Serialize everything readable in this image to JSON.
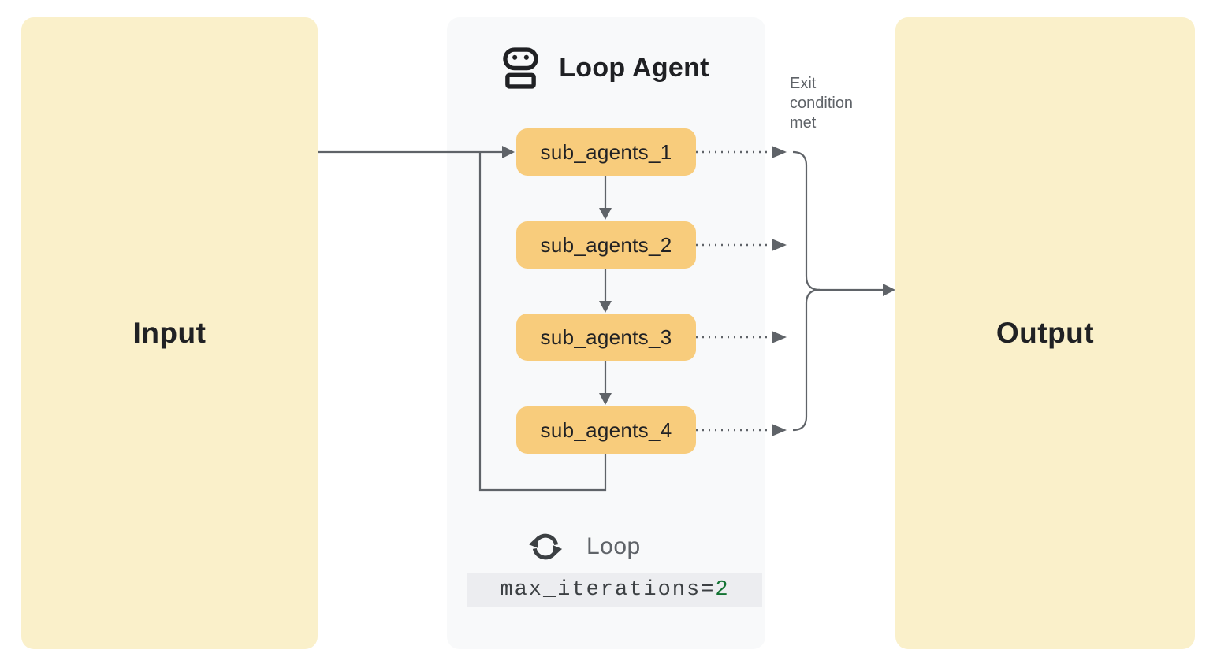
{
  "input_box": {
    "label": "Input"
  },
  "output_box": {
    "label": "Output"
  },
  "loop_panel": {
    "title": "Loop Agent",
    "sub_agents": [
      "sub_agents_1",
      "sub_agents_2",
      "sub_agents_3",
      "sub_agents_4"
    ],
    "loop_label": "Loop",
    "code": {
      "text": "max_iterations=",
      "value": "2"
    }
  },
  "annotations": {
    "exit_condition": "Exit condition met"
  },
  "icons": {
    "header": "robot-icon",
    "loop": "loop-icon"
  },
  "colors": {
    "io_box_fill": "#FAF0CA",
    "sub_agent_fill": "#F8CC7C",
    "panel_fill": "#F8F9FA",
    "connector_gray": "#5F6368",
    "text_dark": "#202124",
    "text_gray": "#5F6368",
    "code_background": "#ECEDF0",
    "code_value_green": "#137333"
  }
}
